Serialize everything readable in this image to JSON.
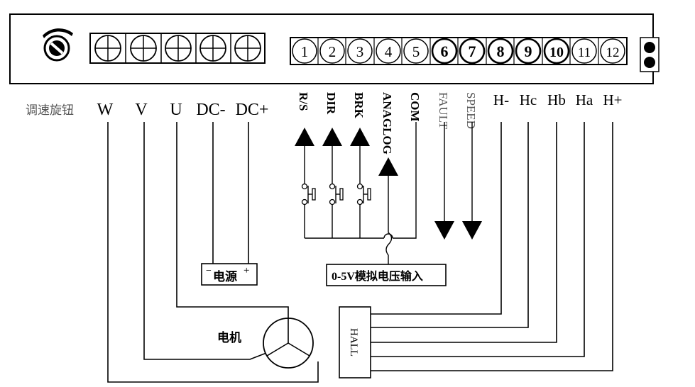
{
  "panel": {
    "knob_label": "调速旋钮",
    "power_terminals": [
      "W",
      "V",
      "U",
      "DC-",
      "DC+"
    ],
    "signal_numbers": [
      "1",
      "2",
      "3",
      "4",
      "5",
      "6",
      "7",
      "8",
      "9",
      "10",
      "11",
      "12"
    ],
    "signal_labels": [
      "R/S",
      "DIR",
      "BRK",
      "ANAGLOG",
      "COM",
      "FAULT",
      "SPEED",
      "H-",
      "Hc",
      "Hb",
      "Ha",
      "H+"
    ]
  },
  "power_box": {
    "minus": "−",
    "label": "电源",
    "plus": "+"
  },
  "analog_box": {
    "label": "0-5V模拟电压输入"
  },
  "motor": {
    "label": "电机"
  },
  "hall": {
    "label": "HALL"
  }
}
